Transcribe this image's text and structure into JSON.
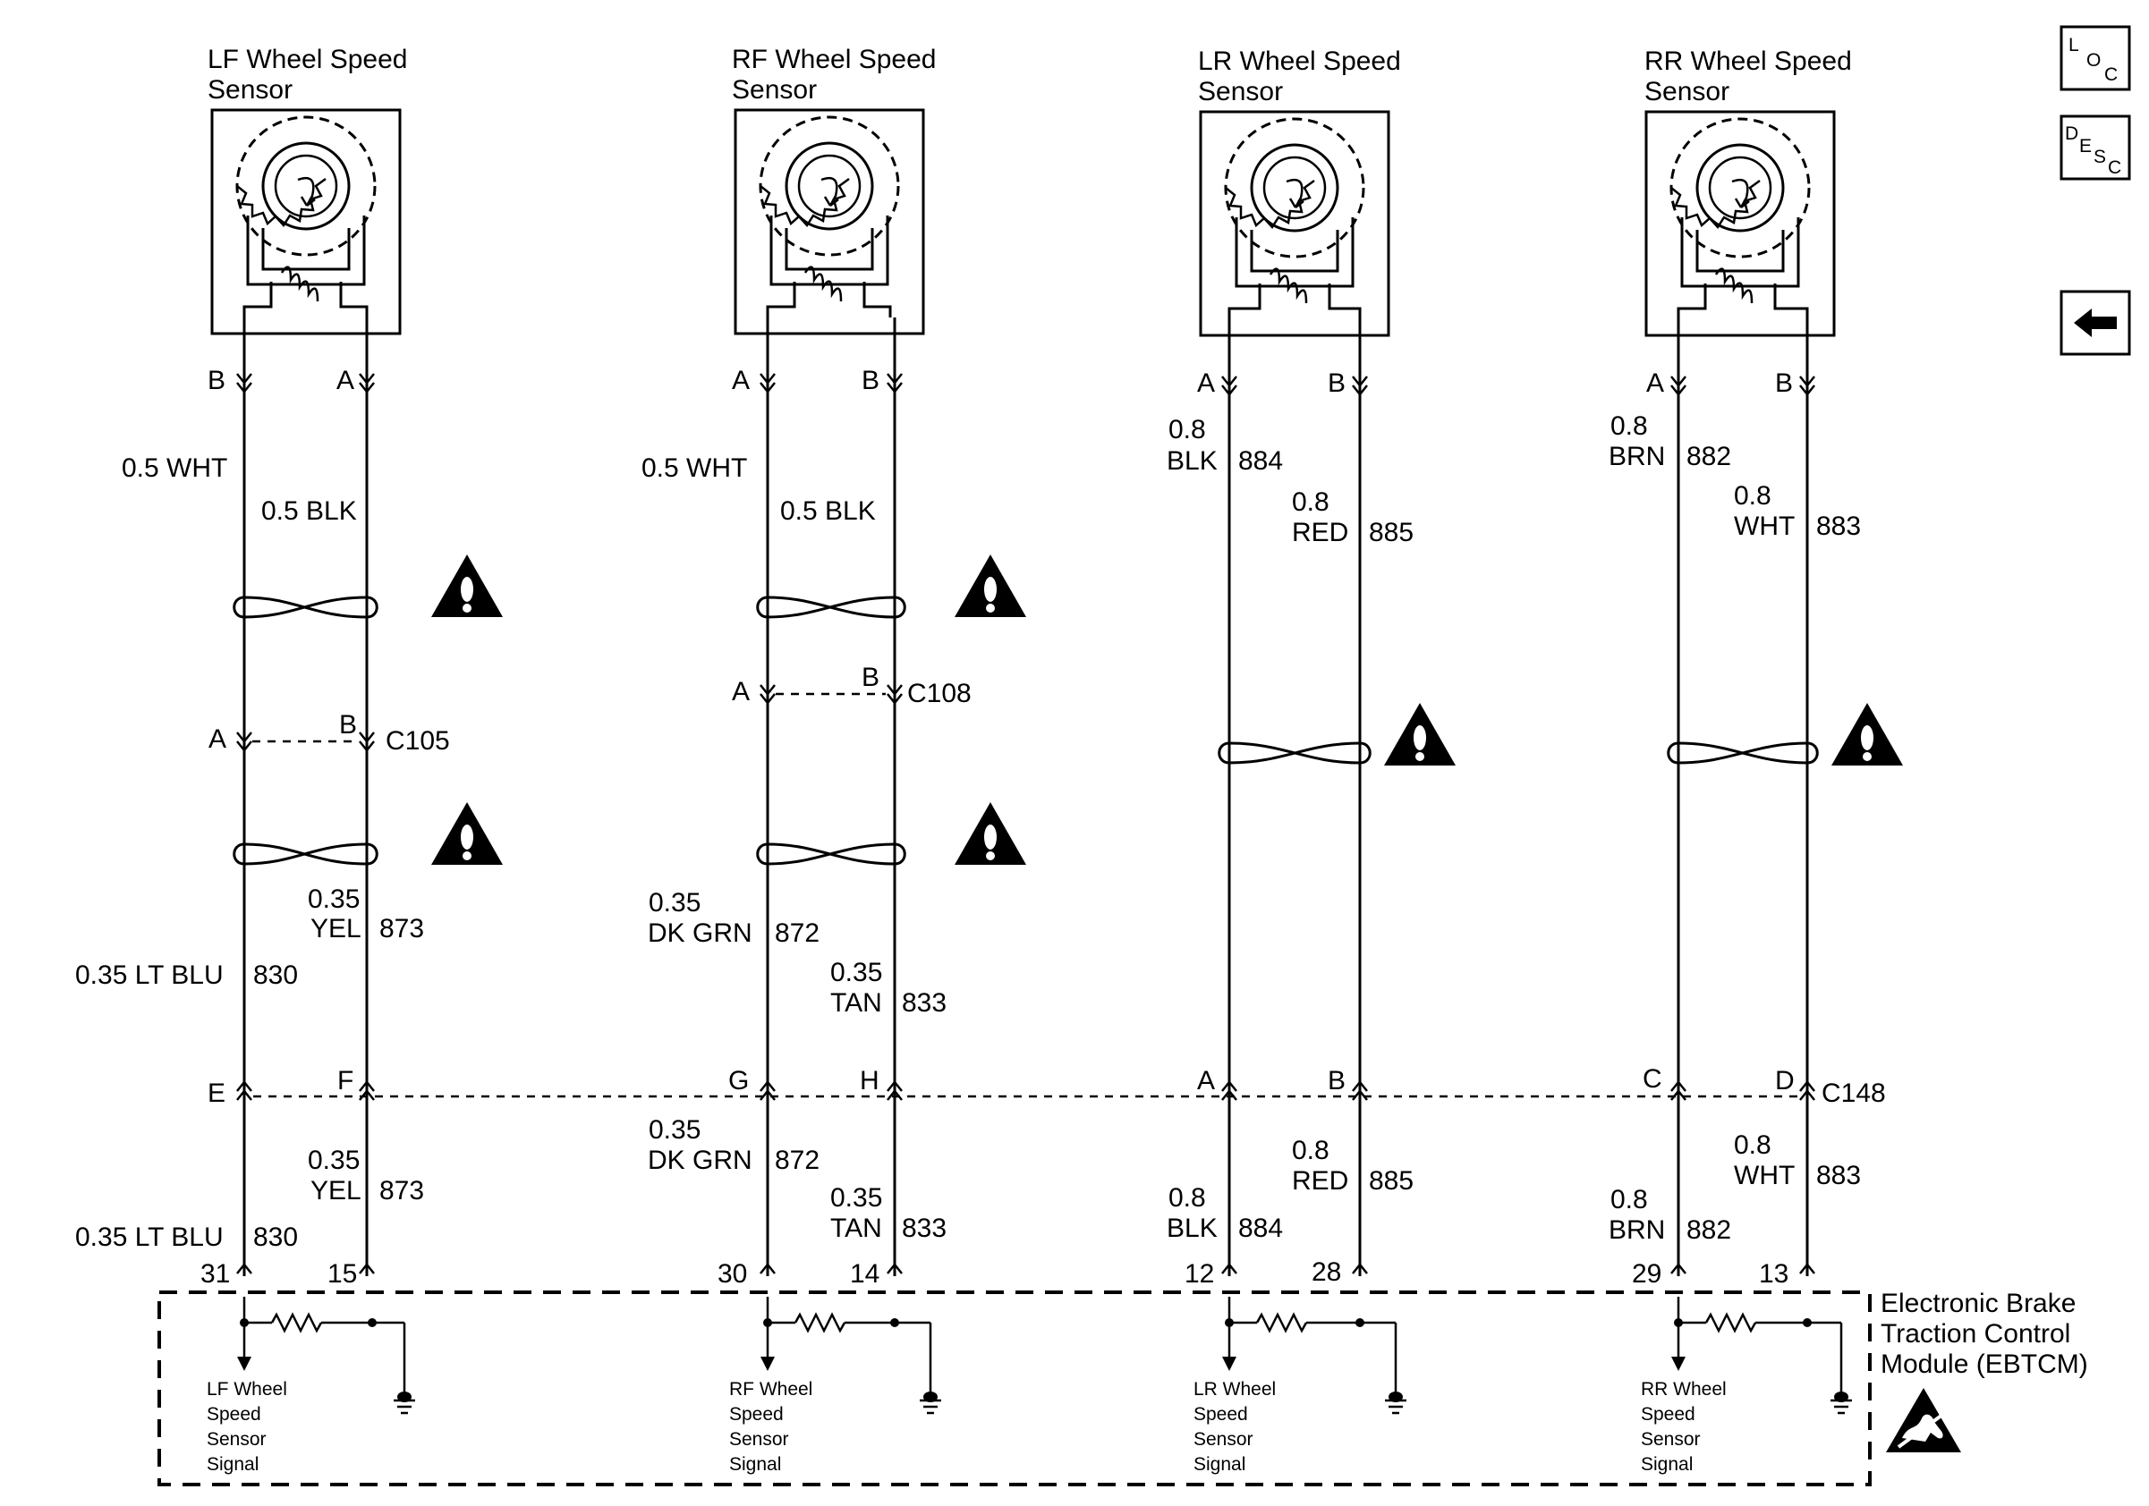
{
  "sensors": [
    {
      "title1": "LF Wheel Speed",
      "title2": "Sensor",
      "pin_left": "B",
      "pin_right": "A",
      "wire_left_upper": "0.5 WHT",
      "wire_right_upper": "0.5 BLK",
      "conn_pin_left": "A",
      "conn_pin_right": "B",
      "conn_name": "C105",
      "left_lower_gauge": "0.35 LT BLU",
      "left_lower_circuit": "830",
      "right_lower_gauge": "0.35",
      "right_lower_color": "YEL",
      "right_lower_circuit": "873",
      "c148_left": "E",
      "c148_right": "F",
      "bot_left_gauge": "0.35 LT BLU",
      "bot_left_circuit": "830",
      "bot_right_gauge": "0.35",
      "bot_right_color": "YEL",
      "bot_right_circuit": "873",
      "term_left": "31",
      "term_right": "15",
      "sig1": "LF Wheel",
      "sig2": "Speed",
      "sig3": "Sensor",
      "sig4": "Signal"
    },
    {
      "title1": "RF Wheel Speed",
      "title2": "Sensor",
      "pin_left": "A",
      "pin_right": "B",
      "wire_left_upper": "0.5 WHT",
      "wire_right_upper": "0.5 BLK",
      "conn_pin_left": "A",
      "conn_pin_right": "B",
      "conn_name": "C108",
      "left_lower_gauge": "0.35",
      "left_lower_color": "DK GRN",
      "left_lower_circuit": "872",
      "right_lower_gauge": "0.35",
      "right_lower_color": "TAN",
      "right_lower_circuit": "833",
      "c148_left": "G",
      "c148_right": "H",
      "bot_left_gauge": "0.35",
      "bot_left_color": "DK GRN",
      "bot_left_circuit": "872",
      "bot_right_gauge": "0.35",
      "bot_right_color": "TAN",
      "bot_right_circuit": "833",
      "term_left": "30",
      "term_right": "14",
      "sig1": "RF Wheel",
      "sig2": "Speed",
      "sig3": "Sensor",
      "sig4": "Signal"
    },
    {
      "title1": "LR Wheel Speed",
      "title2": "Sensor",
      "pin_left": "A",
      "pin_right": "B",
      "left_gauge": "0.8",
      "left_color": "BLK",
      "left_circuit": "884",
      "right_gauge": "0.8",
      "right_color": "RED",
      "right_circuit": "885",
      "c148_left": "A",
      "c148_right": "B",
      "bot_left_gauge": "0.8",
      "bot_left_color": "BLK",
      "bot_left_circuit": "884",
      "bot_right_gauge": "0.8",
      "bot_right_color": "RED",
      "bot_right_circuit": "885",
      "term_left": "12",
      "term_right": "28",
      "sig1": "LR Wheel",
      "sig2": "Speed",
      "sig3": "Sensor",
      "sig4": "Signal"
    },
    {
      "title1": "RR Wheel Speed",
      "title2": "Sensor",
      "pin_left": "A",
      "pin_right": "B",
      "left_gauge": "0.8",
      "left_color": "BRN",
      "left_circuit": "882",
      "right_gauge": "0.8",
      "right_color": "WHT",
      "right_circuit": "883",
      "c148_left": "C",
      "c148_right": "D",
      "bot_left_gauge": "0.8",
      "bot_left_color": "BRN",
      "bot_left_circuit": "882",
      "bot_right_gauge": "0.8",
      "bot_right_color": "WHT",
      "bot_right_circuit": "883",
      "term_left": "29",
      "term_right": "13",
      "sig1": "RR Wheel",
      "sig2": "Speed",
      "sig3": "Sensor",
      "sig4": "Signal"
    }
  ],
  "c148_name": "C148",
  "module": {
    "line1": "Electronic Brake",
    "line2": "Traction Control",
    "line3": "Module (EBTCM)"
  },
  "buttons": {
    "loc_main": "L",
    "loc_sub": "O",
    "loc_sub2": "C",
    "desc_main": "D",
    "desc_sub": "E",
    "desc_sub2": "S",
    "desc_sub3": "C"
  }
}
